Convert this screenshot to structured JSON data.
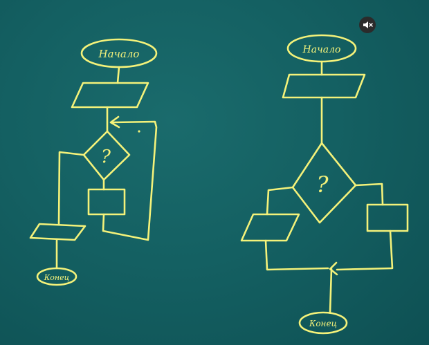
{
  "colors": {
    "board": "#146062",
    "chalk": "#f4f27a"
  },
  "icons": {
    "mute": "speaker-muted-icon"
  },
  "left_flowchart": {
    "start_label": "Начало",
    "decision_label": "?",
    "end_label": "Конец"
  },
  "right_flowchart": {
    "start_label": "Начало",
    "decision_label": "?",
    "end_label": "Конец"
  }
}
